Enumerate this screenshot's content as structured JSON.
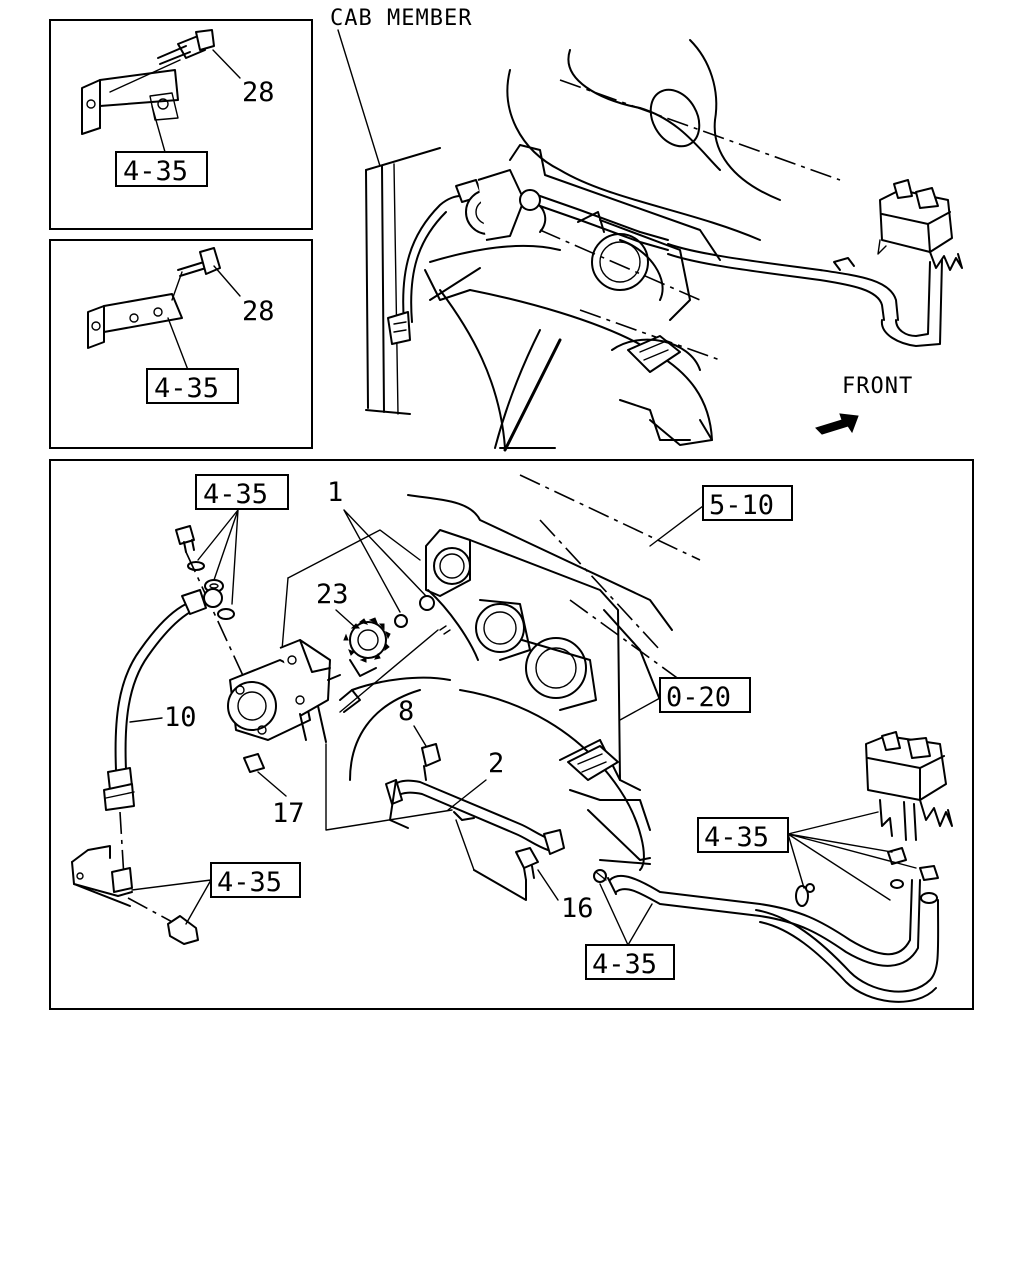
{
  "captions": {
    "cab_member": "CAB MEMBER",
    "front": "FRONT"
  },
  "refs": {
    "inset1_bracket": "4-35",
    "inset2_bracket": "4-35",
    "main_top_washers": "4-35",
    "main_block": "5-10",
    "main_flywheel_housing": "0-20",
    "main_bottom_bracket": "4-35",
    "main_tank_clips": "4-35",
    "main_hose_clamps": "4-35"
  },
  "parts": {
    "inset1_bolt": "28",
    "inset2_bolt": "28",
    "seal": "1",
    "gear": "23",
    "pipe_union": "8",
    "pipe": "2",
    "hose": "10",
    "nut": "17",
    "bolt": "16"
  }
}
